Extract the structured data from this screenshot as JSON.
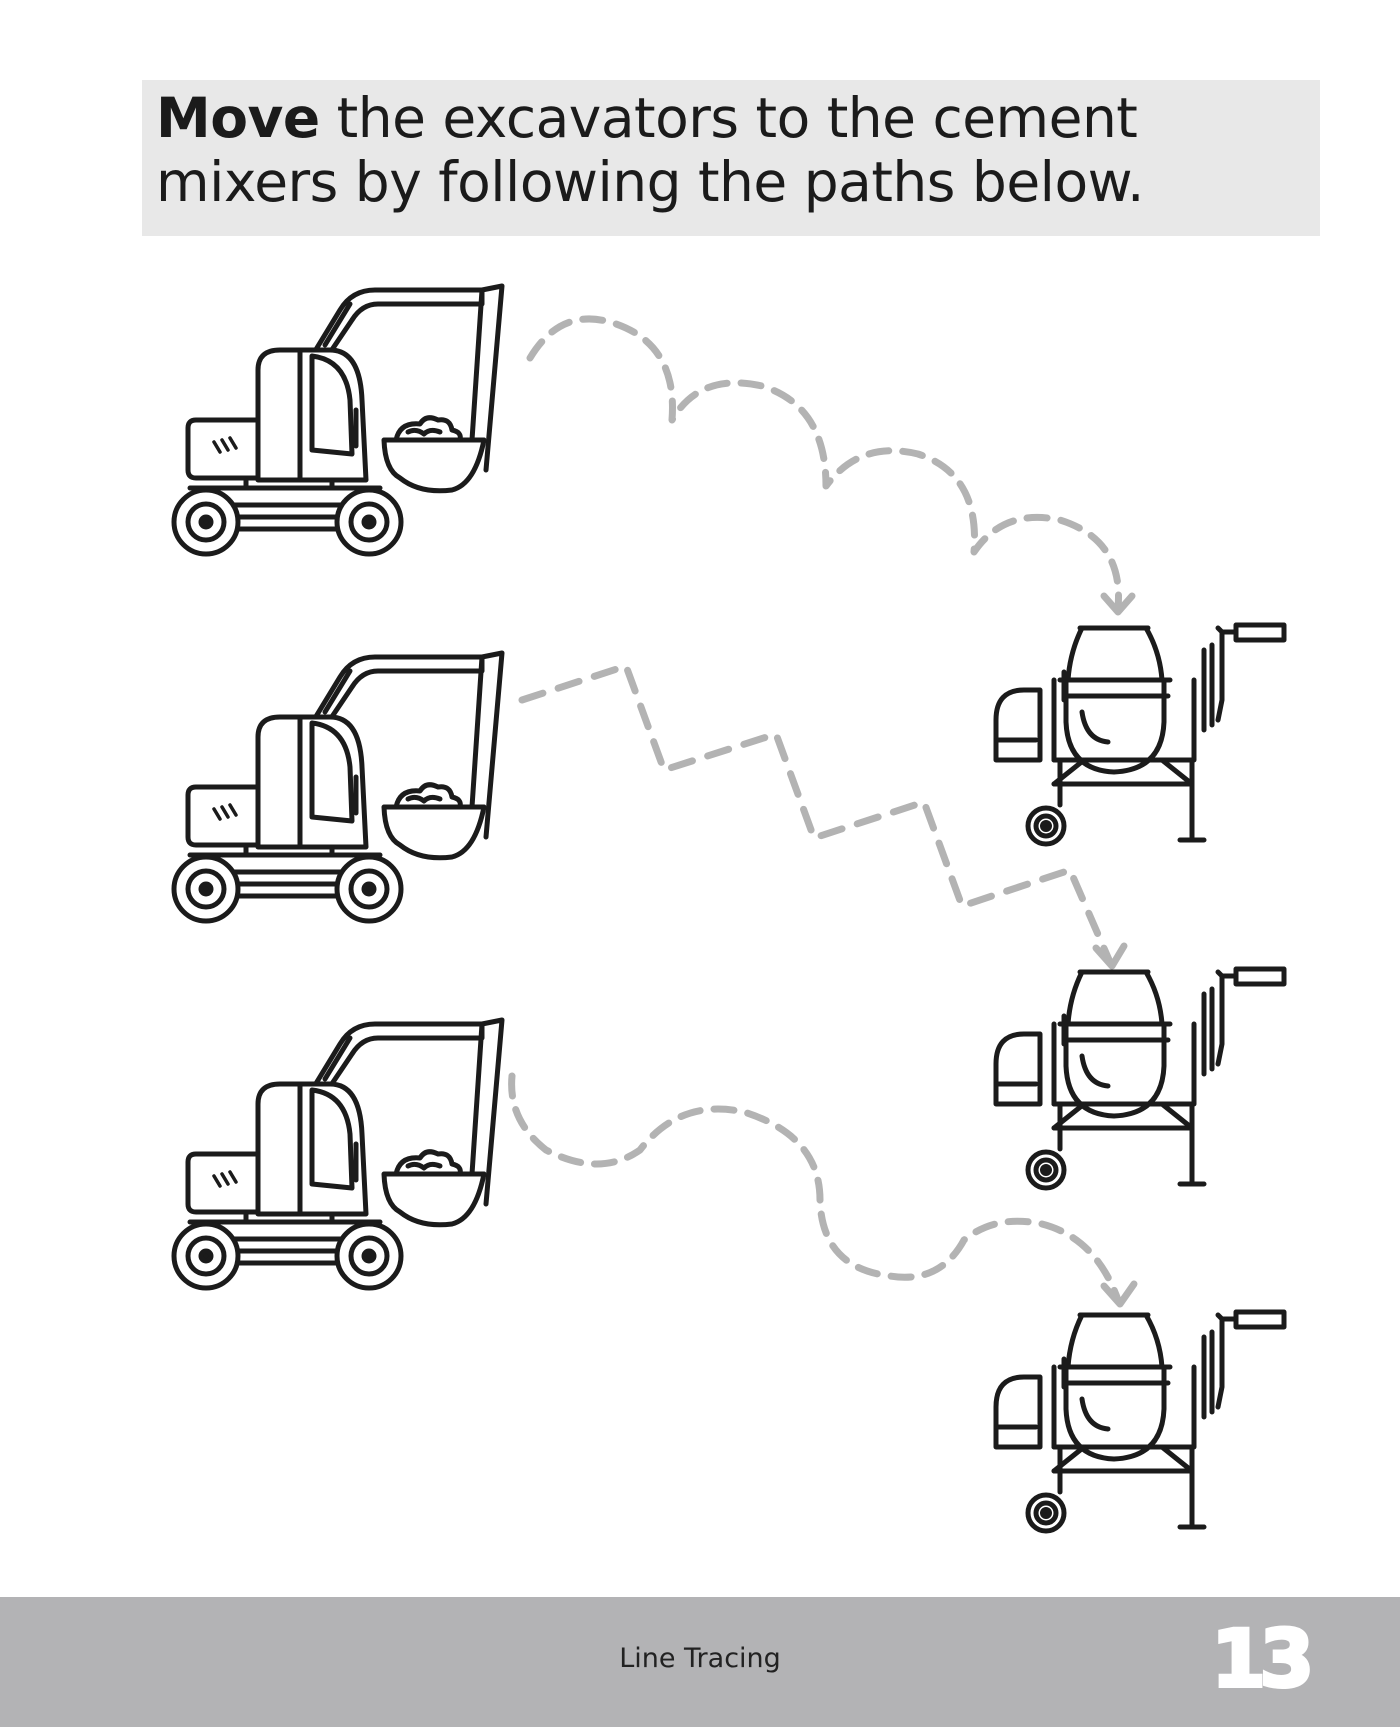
{
  "instruction": {
    "verb": "Move",
    "rest": " the excavators to the cement mixers by following the paths below."
  },
  "vehicles": {
    "excavator_icon": "excavator-icon",
    "mixer_icon": "cement-mixer-icon",
    "pairs": 3
  },
  "paths": [
    "loop-path",
    "zigzag-path",
    "wave-path"
  ],
  "footer": {
    "title": "Line Tracing",
    "page_number": "13"
  },
  "colors": {
    "instruction_background": "#e8e8e8",
    "path_gray": "#b3b3b3",
    "footer_background": "#b3b3b5",
    "line_art": "#1b1b1b"
  }
}
